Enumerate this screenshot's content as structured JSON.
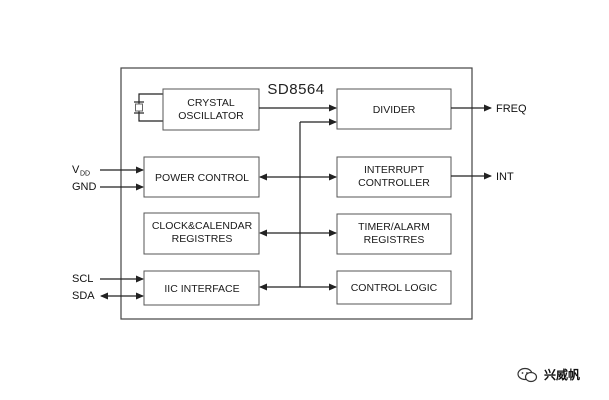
{
  "chip": {
    "title": "SD8564"
  },
  "blocks": {
    "crystal_oscillator": [
      "CRYSTAL",
      "OSCILLATOR"
    ],
    "divider": [
      "DIVIDER"
    ],
    "power_control": [
      "POWER CONTROL"
    ],
    "interrupt_controller": [
      "INTERRUPT",
      "CONTROLLER"
    ],
    "clock_calendar": [
      "CLOCK&CALENDAR",
      "REGISTRES"
    ],
    "timer_alarm": [
      "TIMER/ALARM",
      "REGISTRES"
    ],
    "iic_interface": [
      "IIC INTERFACE"
    ],
    "control_logic": [
      "CONTROL LOGIC"
    ]
  },
  "pins": {
    "vdd_main": "V",
    "vdd_sub": "DD",
    "gnd": "GND",
    "scl": "SCL",
    "sda": "SDA",
    "freq": "FREQ",
    "int": "INT"
  },
  "watermark": {
    "text": "兴威帆"
  }
}
